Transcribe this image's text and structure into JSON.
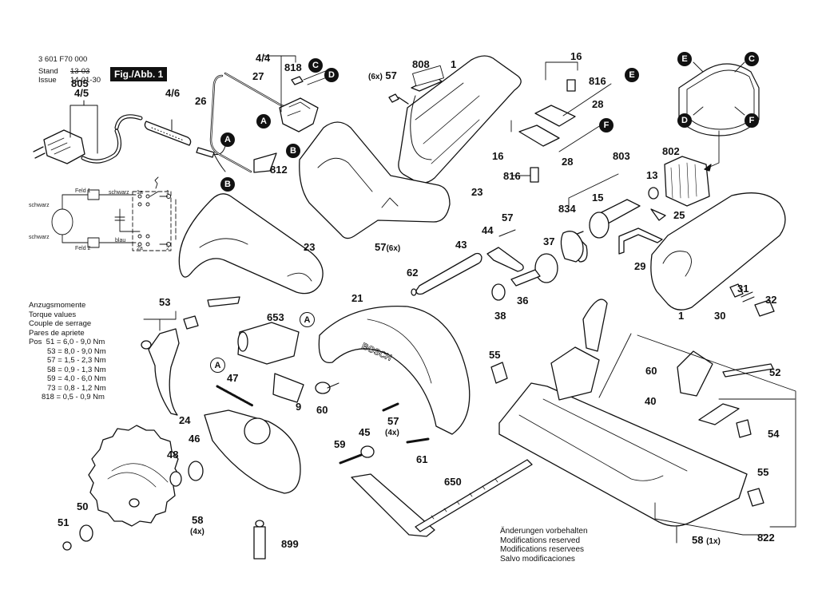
{
  "header": {
    "part_number": "3 601 F70 000",
    "stand_label": "Stand",
    "stand_value_struck": "13-03",
    "issue_label": "Issue",
    "issue_value": "14-01-30",
    "figure_label": "Fig./Abb. 1"
  },
  "torque_table": {
    "titles": [
      "Anzugsmomente",
      "Torque values",
      "Couple de serrage",
      "Pares de apriete"
    ],
    "prefix": "Pos",
    "rows": [
      "51 = 6,0 - 9,0 Nm",
      "53 = 8,0 - 9,0 Nm",
      "57 = 1,5 - 2,3 Nm",
      "58 = 0,9 - 1,3 Nm",
      "59 = 4,0 - 6,0 Nm",
      "73 = 0,8 - 1,2 Nm",
      "818 = 0,5 - 0,9 Nm"
    ]
  },
  "notice": {
    "lines": [
      "Änderungen vorbehalten",
      "Modifications reserved",
      "Modifications reservees",
      "Salvo modificaciones"
    ]
  },
  "wiring": {
    "field1": "Feld 1",
    "field2": "Feld 2",
    "black1": "schwarz",
    "black2": "schwarz",
    "black3": "schwarz",
    "blue": "blau",
    "term_1a": "1a",
    "term_2a": "2a",
    "term_1": "1",
    "term_2": "2"
  },
  "callouts": {
    "A": "A",
    "B": "B",
    "C": "C",
    "D": "D",
    "E": "E",
    "F": "F"
  },
  "parts": {
    "p805": "805",
    "p4_5": "4/5",
    "p4_6": "4/6",
    "p4_4": "4/4",
    "p818": "818",
    "p27": "27",
    "p26": "26",
    "p812": "812",
    "p808": "808",
    "p1a": "1",
    "p57a": "57",
    "p57a_qty": "(6x)",
    "p16a": "16",
    "p816a": "816",
    "p28a": "28",
    "p16b": "16",
    "p816b": "816",
    "p28b": "28",
    "p23a": "23",
    "p57b": "57",
    "p57b_qty": "(6x)",
    "p803": "803",
    "p802": "802",
    "p13": "13",
    "p15": "15",
    "p834": "834",
    "p25": "25",
    "p29": "29",
    "p1b": "1",
    "p30": "30",
    "p31": "31",
    "p32": "32",
    "p57c": "57",
    "p44": "44",
    "p43": "43",
    "p37": "37",
    "p62": "62",
    "p36": "36",
    "p38": "38",
    "p23b": "23",
    "p53": "53",
    "p653": "653",
    "p21": "21",
    "p47": "47",
    "p9": "9",
    "p60a": "60",
    "p24": "24",
    "p46": "46",
    "p48": "48",
    "p50": "50",
    "p51": "51",
    "p58a": "58",
    "p58a_qty": "(4x)",
    "p899": "899",
    "p57d": "57",
    "p57d_qty": "(4x)",
    "p45": "45",
    "p59": "59",
    "p61": "61",
    "p650": "650",
    "p55a": "55",
    "p60b": "60",
    "p52": "52",
    "p40": "40",
    "p54": "54",
    "p55b": "55",
    "p822": "822",
    "p58b": "58",
    "p58b_qty": "(1x)"
  }
}
